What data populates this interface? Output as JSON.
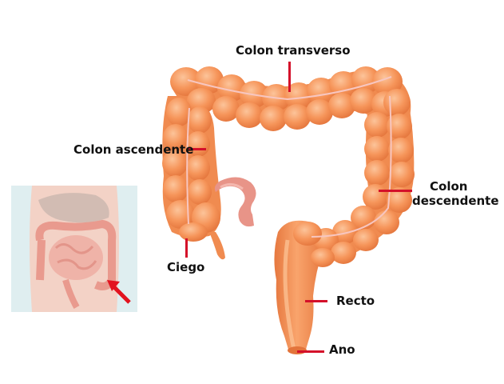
{
  "labels": {
    "transverso": "Colon transverso",
    "ascendente": "Colon ascendente",
    "descendente_1": "Colon",
    "descendente_2": "descendente",
    "ciego": "Ciego",
    "recto": "Recto",
    "ano": "Ano"
  },
  "colors": {
    "colon_fill": "#f6955a",
    "colon_shade": "#e3743b",
    "colon_highlight": "#fbbf91",
    "vessel": "#f7c6c0",
    "leader_line": "#d4102a",
    "inset_bg": "#dfeef0",
    "inset_skin": "#f3d2c6",
    "arrow": "#e2131f"
  }
}
